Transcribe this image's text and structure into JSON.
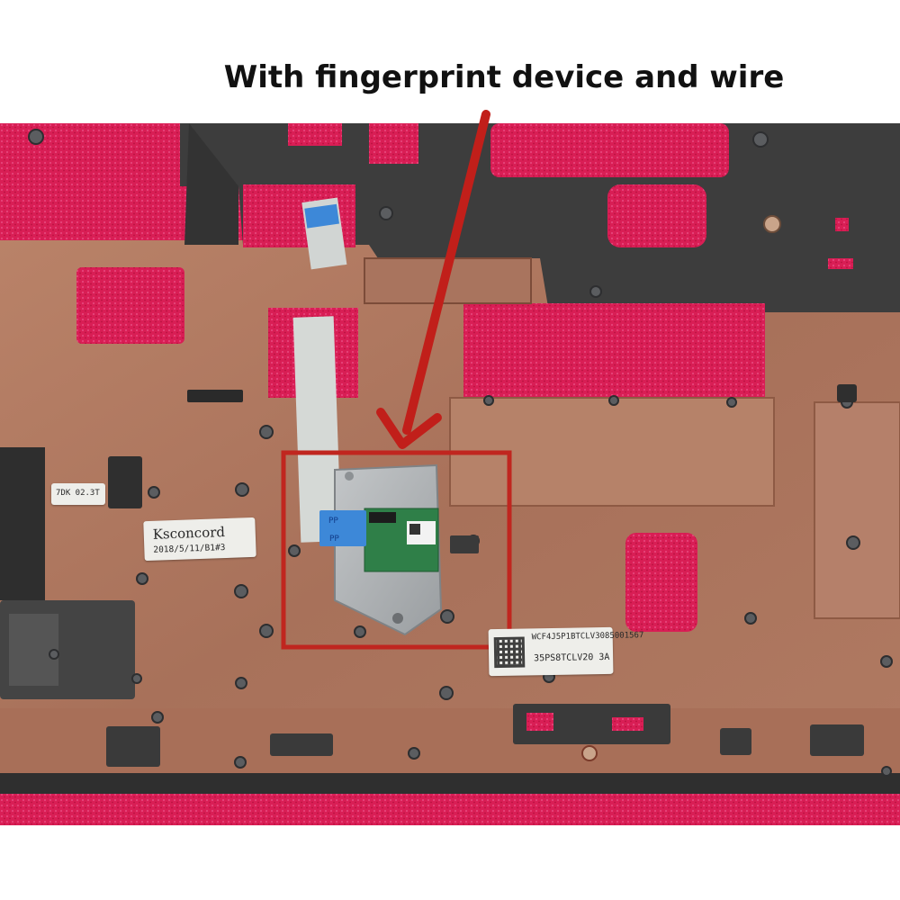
{
  "annotation": {
    "headline": "With fingerprint device and wire",
    "arrow_color": "#c11f1a",
    "highlight_color": "#c0261f"
  },
  "stickers": {
    "ksconcord_line1": "Ksconcord",
    "ksconcord_line2": "2018/5/11/B1#3",
    "qr_line1": "WCF4J5P1BTCLV3085001567",
    "qr_line2": "35PS8TCLV20  3A",
    "tag": "7DK 02.3T"
  },
  "flex_cable": {
    "connector_text_1": "PP",
    "connector_text_2": "PP"
  },
  "colors": {
    "background_foam": "#d91e55",
    "palmrest_copper": "#b47a5f",
    "frame_dark": "#3b3b3b",
    "bracket_silver": "#aeb1b3",
    "pcb_green": "#2f7f48",
    "flex_blue": "#3d88d8"
  }
}
